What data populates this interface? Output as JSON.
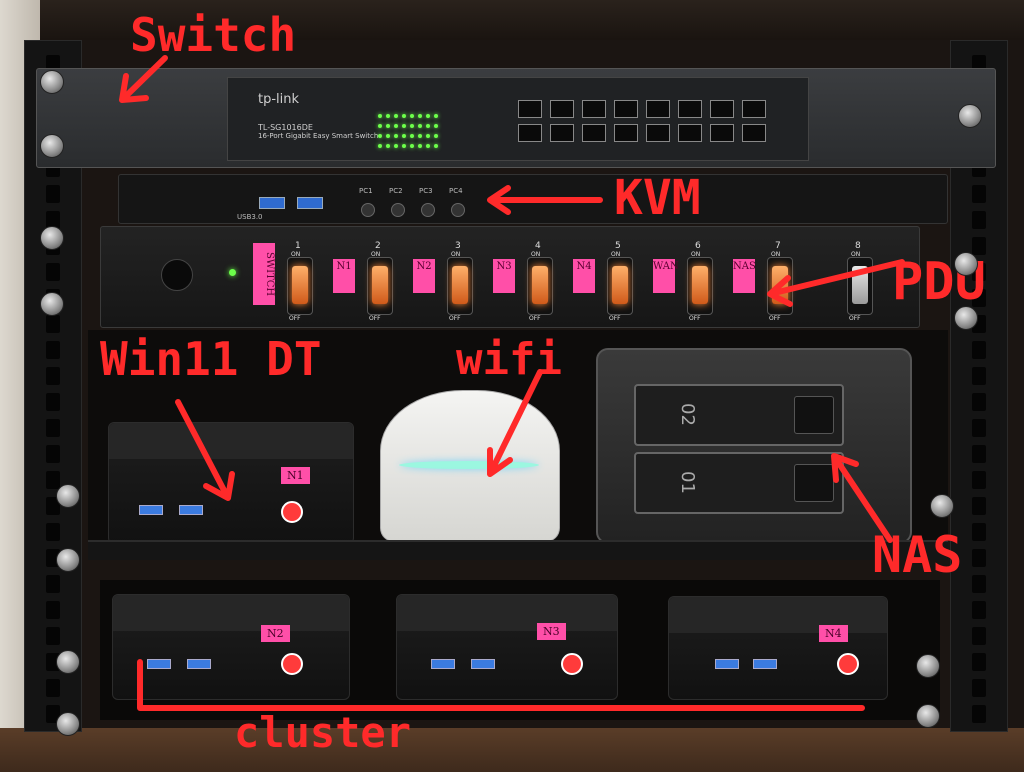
{
  "annotations": {
    "switch": "Switch",
    "kvm": "KVM",
    "pdu": "PDU",
    "win11": "Win11 DT",
    "wifi": "wifi",
    "nas": "NAS",
    "cluster": "cluster"
  },
  "switch_device": {
    "brand": "tp-link",
    "model": "TL-SG1016DE",
    "description": "16-Port Gigabit Easy Smart Switch"
  },
  "kvm_device": {
    "usb_label": "USB3.0",
    "buttons": [
      "PC1",
      "PC2",
      "PC3",
      "PC4"
    ]
  },
  "pdu_device": {
    "outlets": [
      {
        "num": "1",
        "label": "SWITCH",
        "on": true
      },
      {
        "num": "2",
        "label": "N1",
        "on": true
      },
      {
        "num": "3",
        "label": "N2",
        "on": true
      },
      {
        "num": "4",
        "label": "N3",
        "on": true
      },
      {
        "num": "5",
        "label": "N4",
        "on": true
      },
      {
        "num": "6",
        "label": "WAN",
        "on": true
      },
      {
        "num": "7",
        "label": "NAS",
        "on": true
      },
      {
        "num": "8",
        "label": "",
        "on": false
      }
    ],
    "on_text": "ON",
    "off_text": "OFF"
  },
  "nas_device": {
    "bay_top": "02",
    "bay_bottom": "01"
  },
  "nodes": {
    "n1": "N1",
    "n2": "N2",
    "n3": "N3",
    "n4": "N4"
  },
  "colors": {
    "annotation": "#ff2a2a",
    "tag": "#ff4fa8",
    "led": "#6cff4a",
    "rocker_on": "#ff8a3a"
  }
}
